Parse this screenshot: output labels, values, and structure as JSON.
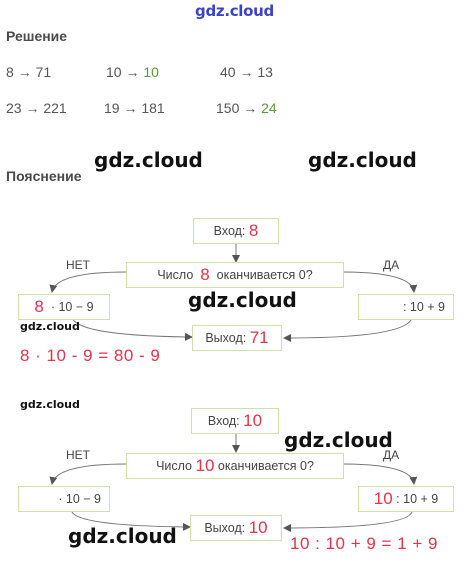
{
  "watermark": {
    "top": "gdz.cloud",
    "mid1": "gdz.cloud",
    "mid2": "gdz.cloud",
    "mid3": "gdz.cloud",
    "small1": "gdz.cloud",
    "small2": "gdz.cloud",
    "mid4": "gdz.cloud",
    "mid5": "gdz.cloud"
  },
  "solution": {
    "heading": "Решение",
    "rows": [
      [
        {
          "input": "8",
          "arrow": "→",
          "output": "71",
          "output_color": "gray"
        },
        {
          "input": "10",
          "arrow": "→",
          "output": "10",
          "output_color": "green"
        },
        {
          "input": "40",
          "arrow": "→",
          "output": "13",
          "output_color": "gray"
        }
      ],
      [
        {
          "input": "23",
          "arrow": "→",
          "output": "221",
          "output_color": "gray"
        },
        {
          "input": "19",
          "arrow": "→",
          "output": "181",
          "output_color": "gray"
        },
        {
          "input": "150",
          "arrow": "→",
          "output": "24",
          "output_color": "green"
        }
      ]
    ]
  },
  "explanation": {
    "heading": "Пояснение"
  },
  "diagram1": {
    "input_label": "Вход:",
    "input_value": "8",
    "question_prefix": "Число",
    "question_value": "8",
    "question_suffix": "оканчивается 0?",
    "no_label": "НЕТ",
    "yes_label": "ДА",
    "no_box_value": "8",
    "no_box_expr": "· 10 − 9",
    "yes_box_value": "",
    "yes_box_expr": ": 10 + 9",
    "output_label": "Выход:",
    "output_value": "71",
    "formula": "8 · 10 - 9 = 80 - 9"
  },
  "diagram2": {
    "input_label": "Вход:",
    "input_value": "10",
    "question_prefix": "Число",
    "question_value": "10",
    "question_suffix": "оканчивается 0?",
    "no_label": "НЕТ",
    "yes_label": "ДА",
    "no_box_value": "",
    "no_box_expr": "· 10 − 9",
    "yes_box_value": "10",
    "yes_box_expr": ": 10 + 9",
    "output_label": "Выход:",
    "output_value": "10",
    "formula": "10 : 10 + 9 = 1 + 9"
  },
  "colors": {
    "box_border": "#cfe0a8",
    "highlight": "#e5334a",
    "answer_green": "#5a9a3a",
    "watermark_blue": "#3a43c8"
  }
}
